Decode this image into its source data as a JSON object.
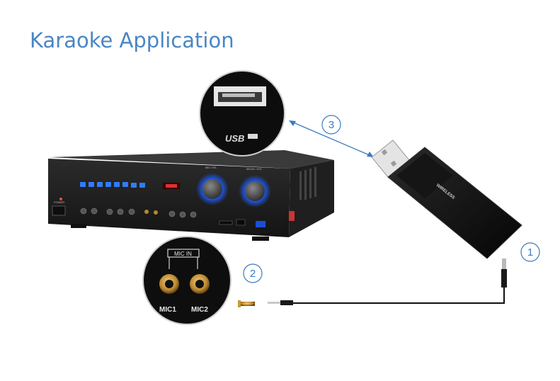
{
  "title": "Karaoke Application",
  "steps": [
    "1",
    "2",
    "3"
  ],
  "zoom_mic": {
    "header": "MIC IN",
    "jack1": "MIC1",
    "jack2": "MIC2"
  },
  "zoom_usb": {
    "logo": "USB"
  },
  "amplifier": {
    "knob1": "MIC VOL",
    "knob2": "MUSIC VOL",
    "power": "POWER"
  },
  "dongle": {
    "brand": "WIRELESS"
  },
  "colors": {
    "title": "#4a86c5",
    "accent": "#3b7bc0",
    "glow": "#2f7dff"
  }
}
